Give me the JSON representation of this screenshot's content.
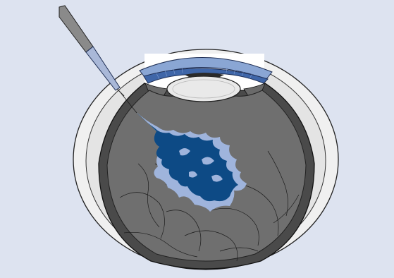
{
  "figure": {
    "subject": "eye-cross-section-with-injection-needle",
    "colors": {
      "background": "#dde3f0",
      "sclera": "#efefef",
      "choroid": "#5a5a5a",
      "vitreous": "#6e6e6e",
      "retina_line": "#1a1a1a",
      "lens": "#e8e8e8",
      "cornea_blue": "#3f66a8",
      "cornea_light": "#8aa6d4",
      "dye_dark": "#0d4a85",
      "dye_light": "#9fb4dc",
      "needle_metal": "#8a8a8a",
      "needle_tube": "#a9b8d8"
    },
    "icons": [
      "eye-cross-section",
      "syringe-needle",
      "injected-dye"
    ]
  }
}
